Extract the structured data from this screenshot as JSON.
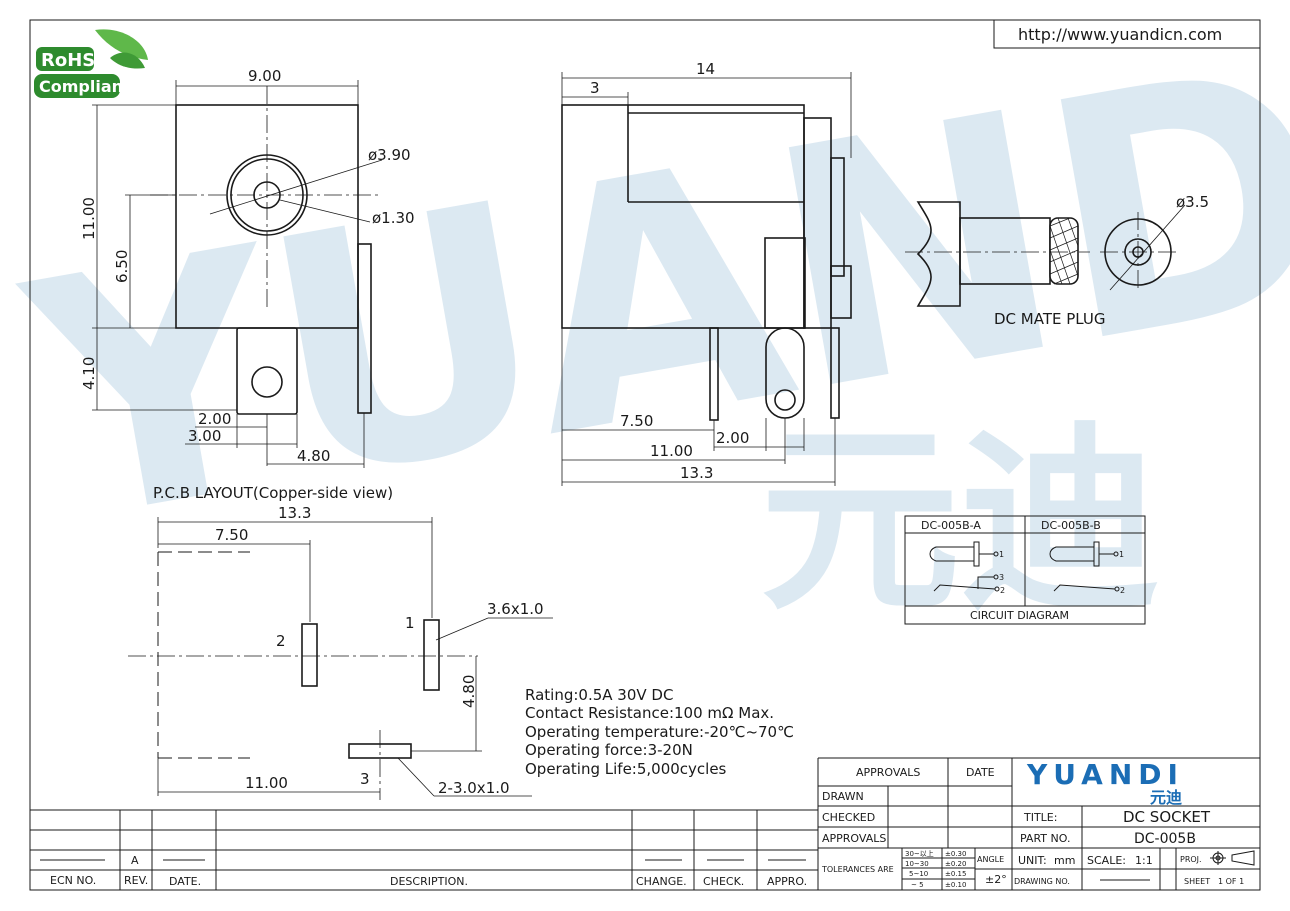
{
  "logo": {
    "rohs": "RoHS",
    "compliant": "Compliant"
  },
  "url": "http://www.yuandicn.com",
  "watermark": {
    "en": "YUANDI",
    "cn": "元迪"
  },
  "front_view": {
    "width": "9.00",
    "height": "11.00",
    "outer_dia": "ø3.90",
    "inner_dia": "ø1.30",
    "center_h": "6.50",
    "pin_len": "4.10",
    "d1": "2.00",
    "d2": "3.00",
    "d3": "4.80"
  },
  "side_view": {
    "length": "14",
    "front": "3",
    "d750": "7.50",
    "d200": "2.00",
    "d1100": "11.00",
    "d133": "13.3"
  },
  "plug": {
    "dia": "ø3.5",
    "label": "DC  MATE  PLUG"
  },
  "pcb": {
    "title": "P.C.B  LAYOUT(Copper-side  view)",
    "width": "13.3",
    "d750": "7.50",
    "pad": "3.6x1.0",
    "pin1": "1",
    "pin2": "2",
    "pin3": "3",
    "d480": "4.80",
    "d1100": "11.00",
    "pad2": "2-3.0x1.0"
  },
  "specs": [
    "Rating:0.5A  30V  DC",
    "Contact  Resistance:100  mΩ  Max.",
    "Operating  temperature:-20℃~70℃",
    "Operating  force:3-20N",
    "Operating  Life:5,000cycles"
  ],
  "circuit": {
    "a": "DC-005B-A",
    "b": "DC-005B-B",
    "title": "CIRCUIT  DIAGRAM",
    "p1": "1",
    "p2": "2",
    "p3": "3"
  },
  "revision": {
    "ecn": "ECN  NO.",
    "rev": "REV.",
    "date": "DATE.",
    "desc": "DESCRIPTION.",
    "change": "CHANGE.",
    "check": "CHECK.",
    "appro": "APPRO.",
    "rev_val": "A"
  },
  "titleblock": {
    "approvals": "APPROVALS",
    "date": "DATE",
    "drawn": "DRAWN",
    "checked": "CHECKED",
    "approvals2": "APPROVALS",
    "tolerances": "TOLERANCES  ARE",
    "tol": [
      [
        "30~以上",
        "±0.30"
      ],
      [
        "10~30",
        "±0.20"
      ],
      [
        "5~10",
        "±0.15"
      ],
      [
        "~ 5",
        "±0.10"
      ]
    ],
    "angle": "ANGLE",
    "angle_val": "±2°",
    "brand": "YUANDI",
    "brand_cn": "元迪",
    "title_lbl": "TITLE:",
    "title_val": "DC SOCKET",
    "part_lbl": "PART NO.",
    "part_val": "DC-005B",
    "unit_lbl": "UNIT:",
    "unit_val": "mm",
    "scale_lbl": "SCALE:",
    "scale_val": "1:1",
    "proj_lbl": "PROJ.",
    "drawing_lbl": "DRAWING NO.",
    "sheet_lbl": "SHEET",
    "sheet_val": "1  OF  1"
  },
  "colors": {
    "watermark": "#cfe0ec",
    "watermark_green": "#d6ecd2",
    "brand": "#1b6db5",
    "rohs_green": "#2e8b2e"
  }
}
